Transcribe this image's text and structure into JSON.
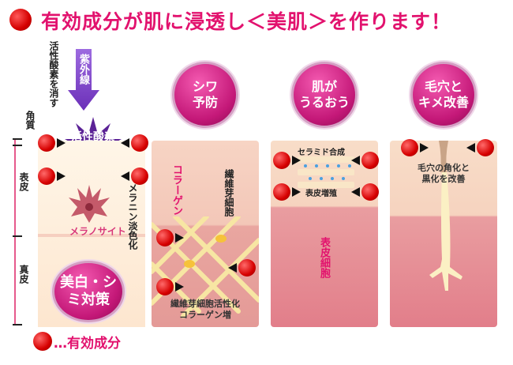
{
  "title": "有効成分が肌に浸透し＜美肌＞を作ります！",
  "left_labels": {
    "kasseisanso_keshi": "活性酸素を消す",
    "shigaisen": "紫外線",
    "kasseisanso": "活性酸素",
    "kakushitsu": "角質",
    "hyohi": "表皮",
    "shinpi": "真皮",
    "melanocyte": "メラノサイト",
    "melanin": "メラニン淡色化",
    "bihaku": "美白・シミ対策"
  },
  "badges": [
    {
      "line1": "シワ",
      "line2": "予防"
    },
    {
      "line1": "肌が",
      "line2": "うるおう"
    },
    {
      "line1": "毛穴と",
      "line2": "キメ改善"
    }
  ],
  "panel2": {
    "collagen": "コラーゲン",
    "fibroblast": "繊維芽細胞",
    "caption1": "繊維芽細胞活性化",
    "caption2": "コラーゲン増"
  },
  "panel3": {
    "ceramide": "セラミド合成",
    "epidermis_growth": "表皮増殖",
    "epidermal_cell": "表皮細胞"
  },
  "panel4": {
    "pore1": "毛穴の角化と",
    "pore2": "黒化を改善"
  },
  "legend": "…有効成分",
  "colors": {
    "accent": "#e2126e",
    "dot": "#d60000",
    "badge": "#c41878"
  }
}
